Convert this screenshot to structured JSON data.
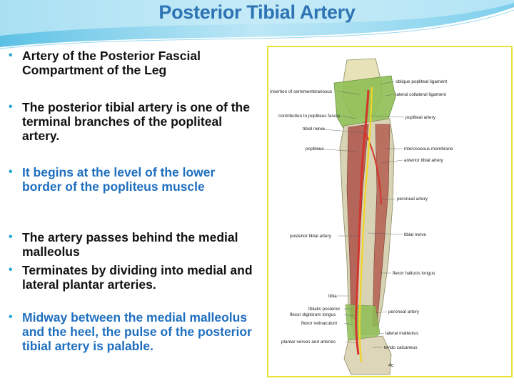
{
  "slide": {
    "title": "Posterior Tibial Artery",
    "bullets": [
      {
        "text": "Artery of the Posterior Fascial Compartment of the Leg",
        "color": "#111111"
      },
      {
        "text": "The posterior tibial artery is one of the terminal branches of the popliteal artery.",
        "color": "#111111"
      },
      {
        "text": "It begins at the level of the lower border of the popliteus muscle",
        "color": "#1f6fbf"
      },
      {
        "text": "The artery passes behind the medial malleolus",
        "color": "#111111"
      },
      {
        "text": " Terminates by dividing into medial and lateral plantar arteries.",
        "color": "#111111"
      },
      {
        "text": "Midway between the medial malleolus and the heel, the pulse of the posterior tibial artery is palable.",
        "color": "#1f6fbf"
      }
    ]
  },
  "figure": {
    "labels_left": [
      "insertion of semimembranosus",
      "contribution to popliteus fascia",
      "tibial nerve",
      "popliteus",
      "posterior tibial artery",
      "tibia",
      "tibialis posterior",
      "flexor digitorum longus",
      "flexor retinaculum",
      "plantar nerves and arteries"
    ],
    "labels_right": [
      "oblique popliteal ligament",
      "lateral collateral ligament",
      "popliteal artery",
      "interosseous membrane",
      "anterior tibial artery",
      "peroneal artery",
      "tibial nerve",
      "flexor hallucis longus",
      "peroneal artery",
      "lateral malleolus",
      "tendo calcaneus"
    ],
    "corner_mark": "4c"
  },
  "colors": {
    "title": "#2e74b5",
    "bullet_dot": "#2aa5d4",
    "accent_text": "#1f6fbf",
    "frame": "#e8e23a"
  }
}
